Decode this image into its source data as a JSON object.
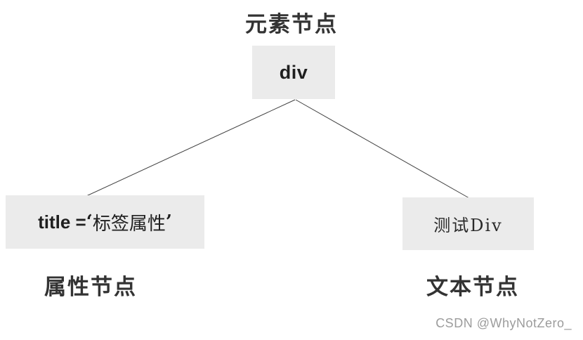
{
  "diagram": {
    "element_node": {
      "label": "元素节点",
      "box_text": "div"
    },
    "attribute_node": {
      "label": "属性节点",
      "box_prefix": "title = ",
      "box_open_quote": "‘",
      "box_value": "标签属性",
      "box_close_quote": "’"
    },
    "text_node": {
      "label": "文本节点",
      "box_text": "测试Div"
    }
  },
  "watermark": {
    "text": "CSDN @WhyNotZero_"
  },
  "colors": {
    "box_bg": "#ebebeb",
    "connector": "#3f3f3f",
    "label_text": "#333333",
    "watermark": "#9c9c9c"
  }
}
